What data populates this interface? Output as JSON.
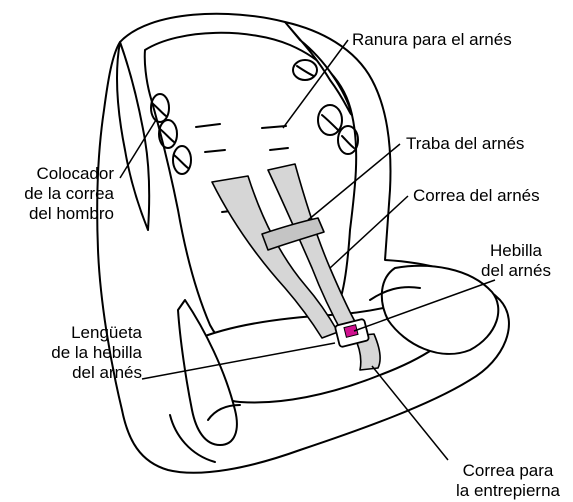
{
  "labels": {
    "harness_slot": "Ranura para el arnés",
    "harness_lock": "Traba del arnés",
    "harness_strap": "Correa del arnés",
    "harness_buckle": [
      "Hebilla",
      "del arnés"
    ],
    "shoulder_strap_positioner": [
      "Colocador",
      "de la correa",
      "del hombro"
    ],
    "buckle_tongue": [
      "Lengüeta",
      "de la hebilla",
      "del arnés"
    ],
    "crotch_strap": [
      "Correa para",
      "la entrepierna"
    ]
  },
  "colors": {
    "outline": "#000000",
    "seat_fill": "#ffffff",
    "strap_fill": "#d6d6d6",
    "buckle_fill": "#d0108f"
  }
}
